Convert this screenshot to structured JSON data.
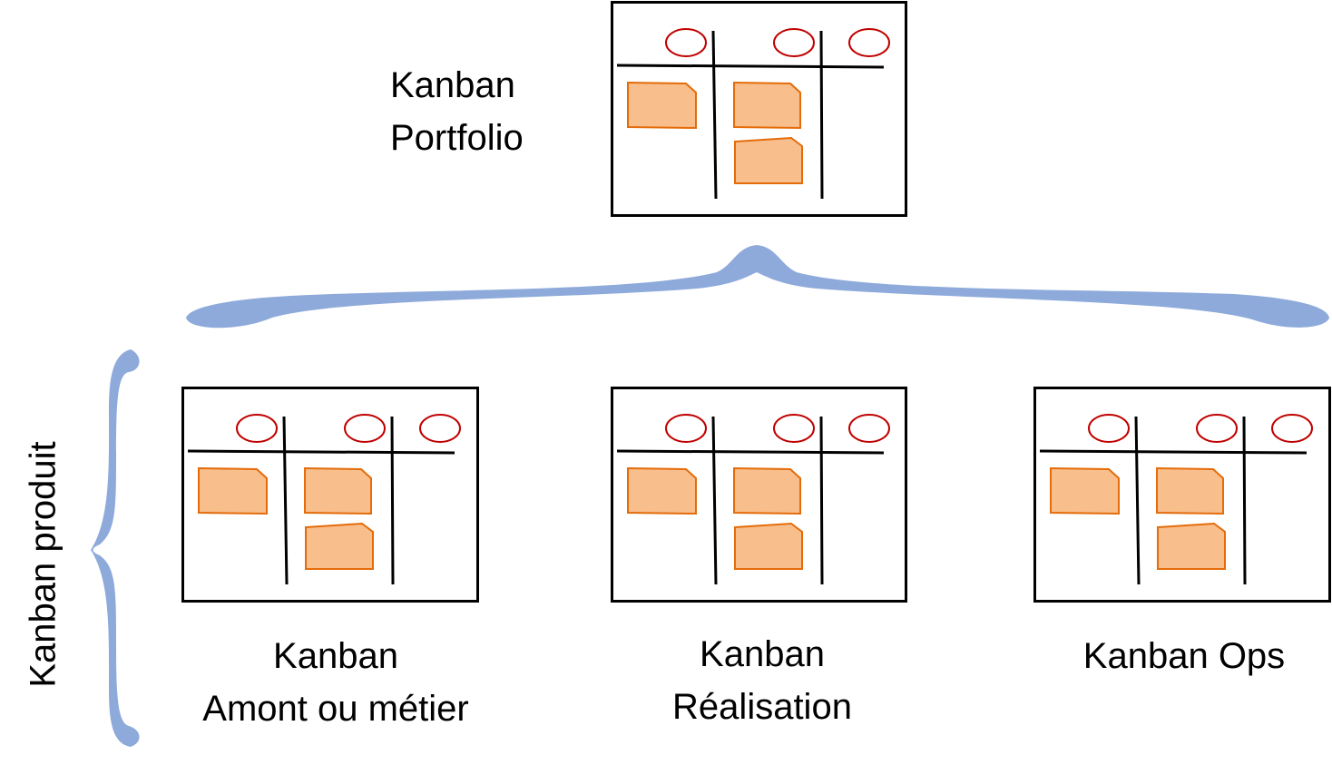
{
  "portfolio": {
    "line1": "Kanban",
    "line2": "Portfolio"
  },
  "boards": [
    {
      "line1": "Kanban",
      "line2": "Amont ou métier"
    },
    {
      "line1": "Kanban",
      "line2": "Réalisation"
    },
    {
      "line1": "Kanban Ops",
      "line2": ""
    }
  ],
  "side_label": "Kanban produit",
  "colors": {
    "brace": "#8eaadb",
    "sticky_fill": "#f8be8c",
    "sticky_stroke": "#e46c0a",
    "circle": "#c00000",
    "board_line": "#000000"
  }
}
